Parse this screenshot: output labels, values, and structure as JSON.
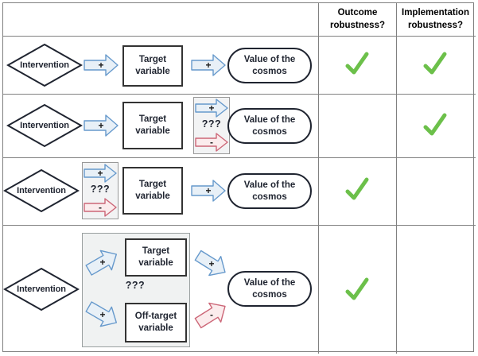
{
  "diagram": {
    "title": "Outcome vs implementation robustness table",
    "colors": {
      "check_green": "#6cc04a",
      "arrow_plus_fill": "#e8f0f7",
      "arrow_plus_stroke": "#6699cc",
      "arrow_minus_fill": "#fbeced",
      "arrow_minus_stroke": "#cc6677",
      "panel_fill": "#f0f2f2",
      "panel_stroke": "#9aa0a0",
      "node_stroke": "#333333",
      "grid_stroke": "#808080"
    }
  },
  "header": {
    "row_label_column": "",
    "columns": [
      {
        "line1": "Outcome",
        "line2": "robustness?"
      },
      {
        "line1": "Implementation",
        "line2": "robustness?"
      }
    ]
  },
  "labels": {
    "intervention": "Intervention",
    "target_variable_line1": "Target",
    "target_variable_line2": "variable",
    "off_target_line1": "Off-target",
    "off_target_line2": "variable",
    "value_line1": "Value of the",
    "value_line2": "cosmos",
    "unknown": "???",
    "plus": "+",
    "minus": "-"
  },
  "rows": [
    {
      "id": "row-1",
      "description": "Intervention plus Target variable plus Value of the cosmos",
      "outcome_robust": true,
      "implementation_robust": true,
      "outcome_mark": "check",
      "implementation_mark": "check"
    },
    {
      "id": "row-2",
      "description": "Intervention plus Target variable, uncertain sign to Value of the cosmos",
      "outcome_robust": false,
      "implementation_robust": true,
      "outcome_mark": "",
      "implementation_mark": "check"
    },
    {
      "id": "row-3",
      "description": "Intervention uncertain sign to Target variable, plus to Value of the cosmos",
      "outcome_robust": true,
      "implementation_robust": false,
      "outcome_mark": "check",
      "implementation_mark": ""
    },
    {
      "id": "row-4",
      "description": "Intervention plus Target variable and plus Off-target variable, uncertain net effect on Value of the cosmos",
      "outcome_robust": true,
      "implementation_robust": false,
      "outcome_mark": "check",
      "implementation_mark": ""
    }
  ]
}
